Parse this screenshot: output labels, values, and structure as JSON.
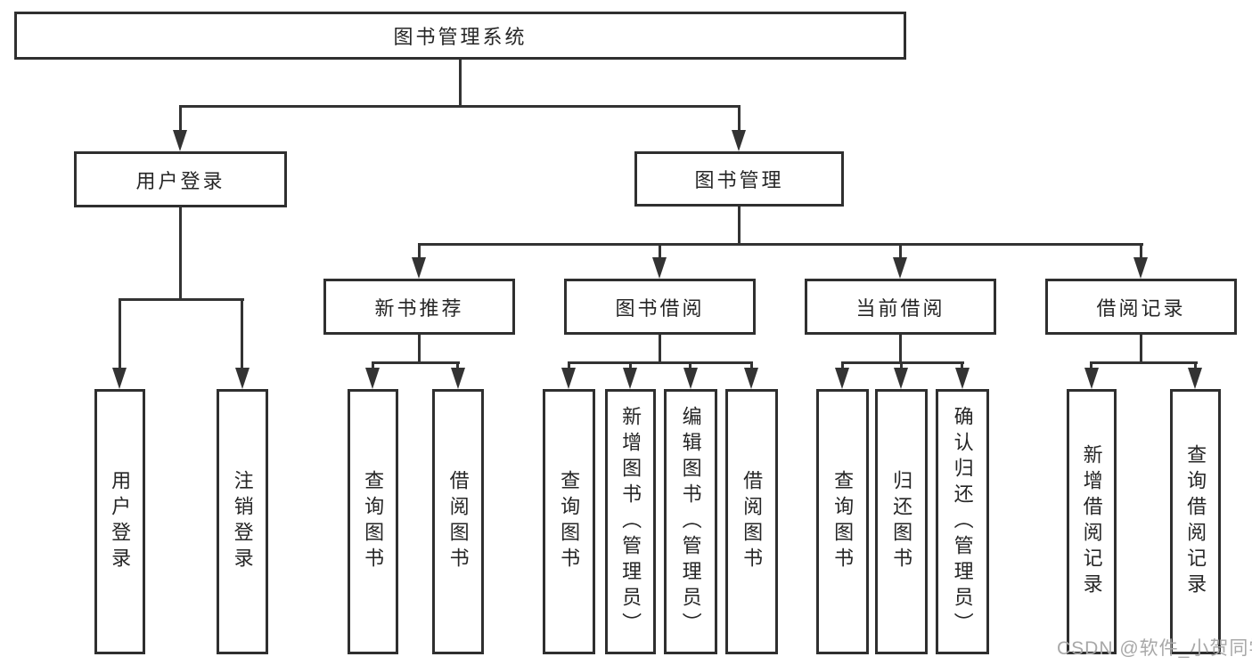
{
  "title": "图书管理系统",
  "watermark": "CSDN @软件_小贺同学",
  "colors": {
    "line": "#333333",
    "box_border": "#2f2f2f",
    "text": "#262626",
    "watermark": "#a8a8a8",
    "background": "#ffffff"
  },
  "nodes": {
    "root": "图书管理系统",
    "user_login": "用户登录",
    "book_mgmt": "图书管理",
    "new_book_rec": "新书推荐",
    "book_borrow": "图书借阅",
    "current_borrow": "当前借阅",
    "borrow_record": "借阅记录",
    "leaf_user_login": "用户登录",
    "leaf_logout": "注销登录",
    "leaf_rec_query_book": "查询图书",
    "leaf_rec_borrow_book": "借阅图书",
    "leaf_bb_query_book": "查询图书",
    "leaf_bb_add_book": "新增图书（管理员）",
    "leaf_bb_edit_book": "编辑图书（管理员）",
    "leaf_bb_borrow_book": "借阅图书",
    "leaf_cb_query_book": "查询图书",
    "leaf_cb_return_book": "归还图书",
    "leaf_cb_confirm_return": "确认归还（管理员）",
    "leaf_br_add_record": "新增借阅记录",
    "leaf_br_query_record": "查询借阅记录"
  }
}
